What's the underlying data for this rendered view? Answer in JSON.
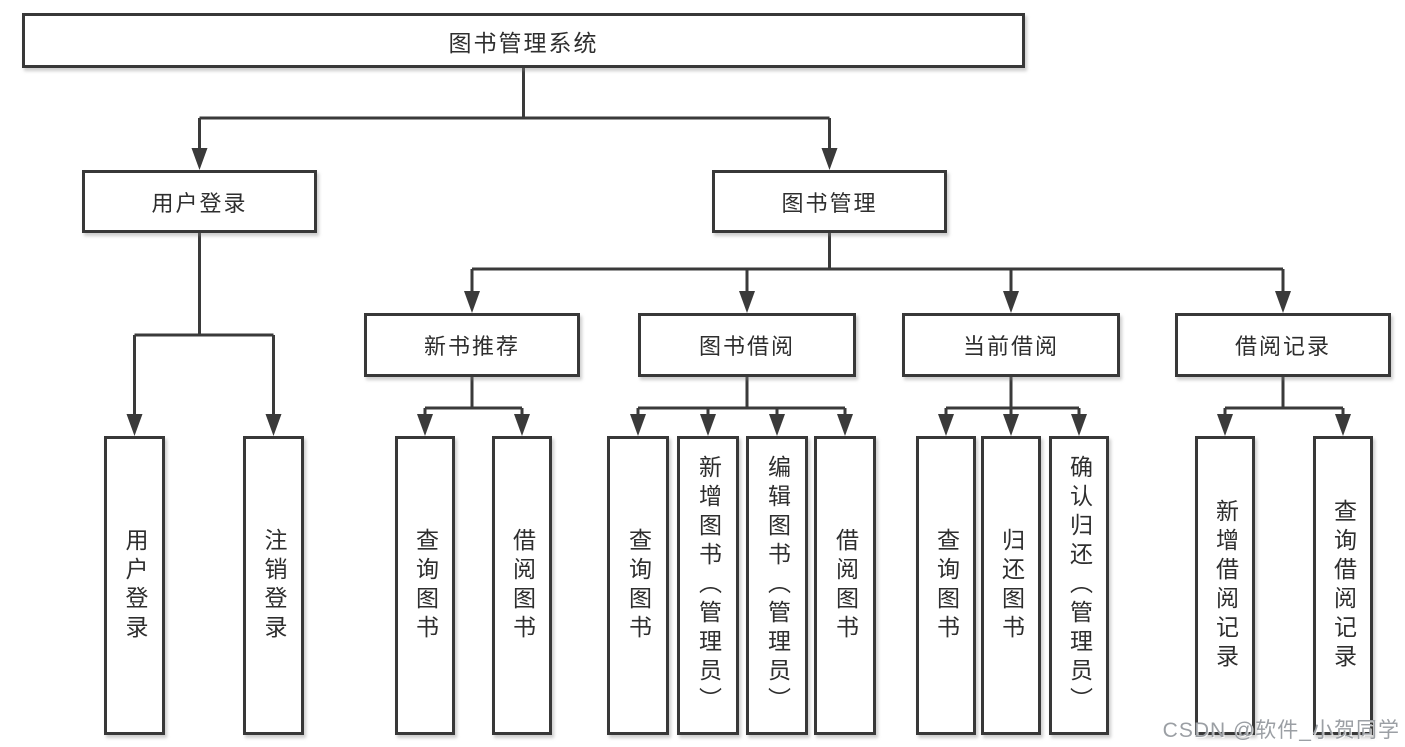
{
  "watermark": "CSDN @软件_小贺同学",
  "colors": {
    "bg": "#ffffff",
    "line": "#3a3a3a",
    "border": "#383838",
    "text": "#2e2e2e",
    "watermark": "#9b9fa4"
  },
  "tree": {
    "root": "图书管理系统",
    "branches": [
      {
        "label": "用户登录",
        "children": [
          {
            "label": "用户登录"
          },
          {
            "label": "注销登录"
          }
        ]
      },
      {
        "label": "图书管理",
        "children": [
          {
            "label": "新书推荐",
            "children": [
              {
                "label": "查询图书"
              },
              {
                "label": "借阅图书"
              }
            ]
          },
          {
            "label": "图书借阅",
            "children": [
              {
                "label": "查询图书"
              },
              {
                "label": "新增图书（管理员）"
              },
              {
                "label": "编辑图书（管理员）"
              },
              {
                "label": "借阅图书"
              }
            ]
          },
          {
            "label": "当前借阅",
            "children": [
              {
                "label": "查询图书"
              },
              {
                "label": "归还图书"
              },
              {
                "label": "确认归还（管理员）"
              }
            ]
          },
          {
            "label": "借阅记录",
            "children": [
              {
                "label": "新增借阅记录"
              },
              {
                "label": "查询借阅记录"
              }
            ]
          }
        ]
      }
    ]
  }
}
